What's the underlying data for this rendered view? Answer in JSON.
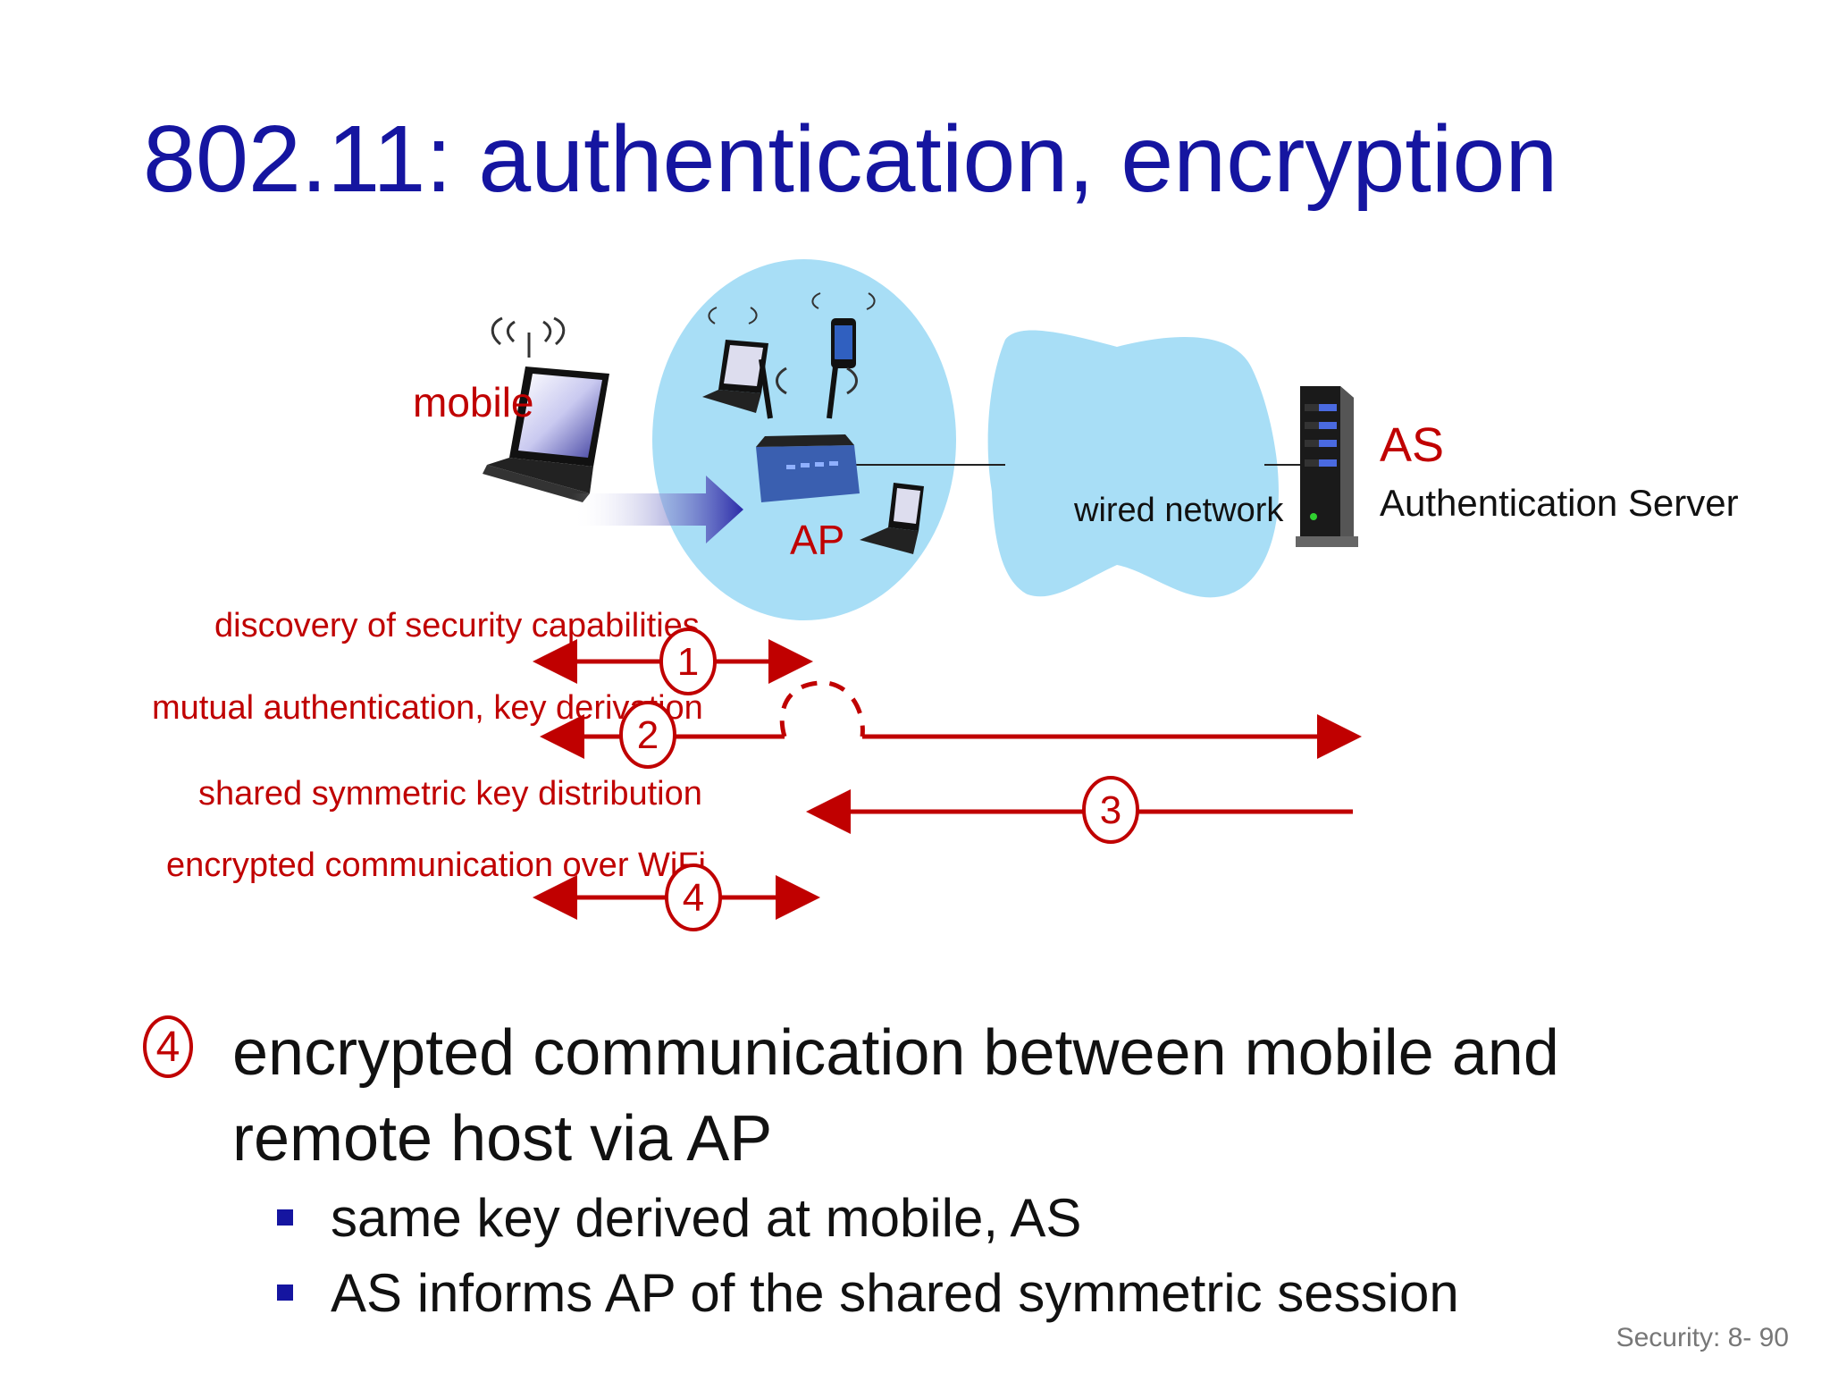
{
  "title": "802.11: authentication, encryption",
  "diagram": {
    "mobile_label": "mobile",
    "ap_label": "AP",
    "wired_label": "wired network",
    "as_label": "AS",
    "as_full_label": "Authentication Server",
    "steps": [
      {
        "number": "1",
        "label": "discovery of security capabilities"
      },
      {
        "number": "2",
        "label": "mutual authentication, key derivation"
      },
      {
        "number": "3",
        "label": "shared symmetric key distribution"
      },
      {
        "number": "4",
        "label": "encrypted communication over WiFi"
      }
    ]
  },
  "main_point": {
    "badge": "4",
    "text": "encrypted communication between mobile and remote host via AP",
    "subpoints": [
      "same key derived at mobile, AS",
      "AS informs AP of the shared symmetric session"
    ]
  },
  "footer": "Security: 8- 90",
  "colors": {
    "title": "#1515a0",
    "accent_red": "#c00000",
    "cloud": "#a8def6",
    "bullet": "#1515a0"
  }
}
